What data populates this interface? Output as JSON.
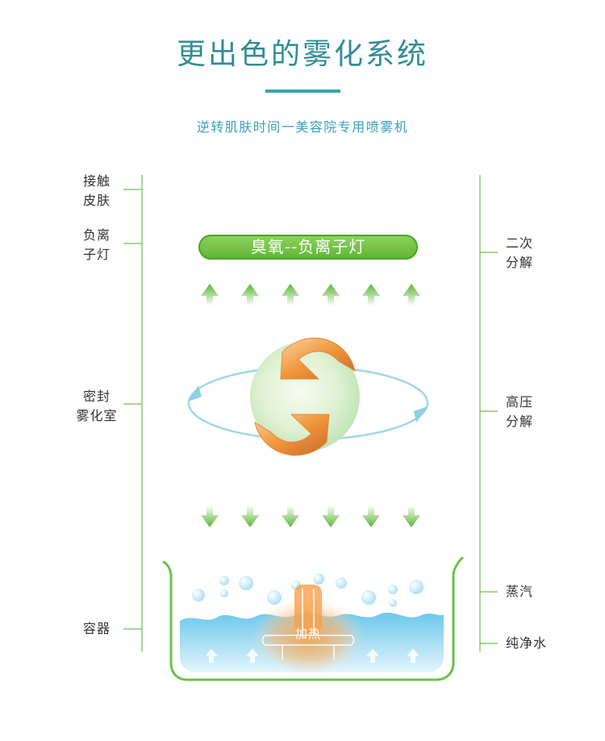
{
  "title": "更出色的雾化系统",
  "subtitle": "逆转肌肤时间一美容院专用喷雾机",
  "left_labels": [
    {
      "lines": [
        "接触",
        "皮肤"
      ]
    },
    {
      "lines": [
        "负离",
        "子灯"
      ]
    },
    {
      "lines": [
        "密封",
        "雾化室"
      ]
    },
    {
      "lines": [
        "容器"
      ]
    }
  ],
  "right_labels": [
    {
      "lines": [
        "二次",
        "分解"
      ]
    },
    {
      "lines": [
        "高压",
        "分解"
      ]
    },
    {
      "lines": [
        "蒸汽"
      ]
    },
    {
      "lines": [
        "纯净水"
      ]
    }
  ],
  "lamp_label": "臭氧--负离子灯",
  "heater_label": "加热",
  "colors": {
    "accent": "#2f8d95",
    "green": "#5cb434",
    "line_green": "#6cc24a",
    "water": "#7fd0ee",
    "orange": "#e8862f"
  }
}
